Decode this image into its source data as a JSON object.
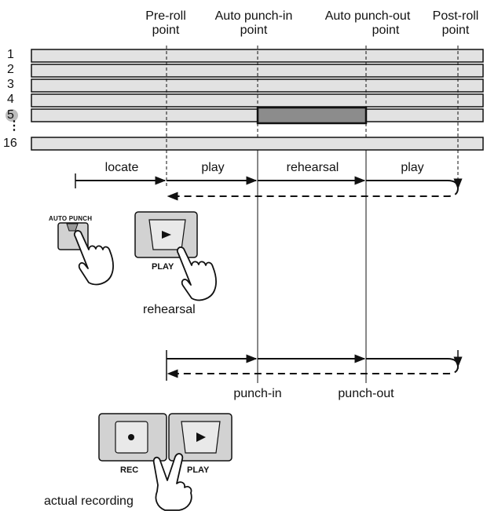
{
  "points": {
    "pre_roll": [
      "Pre-roll",
      "point"
    ],
    "punch_in": [
      "Auto punch-in",
      "point"
    ],
    "punch_out": [
      "Auto punch-out",
      "point"
    ],
    "post_roll": [
      "Post-roll",
      "point"
    ]
  },
  "tracks": {
    "labels": [
      "1",
      "2",
      "3",
      "4",
      "5",
      "16"
    ],
    "ellipsis": "⋮",
    "highlighted": "5"
  },
  "segments": {
    "locate": "locate",
    "play1": "play",
    "rehearsal": "rehearsal",
    "play2": "play"
  },
  "rehearsal_panel": {
    "auto_punch_label": "AUTO PUNCH",
    "play_label": "PLAY",
    "caption": "rehearsal"
  },
  "recording_panel": {
    "punch_in": "punch-in",
    "punch_out": "punch-out",
    "rec_label": "REC",
    "play_label": "PLAY",
    "caption": "actual recording"
  },
  "colors": {
    "track_fill": "#e2e2e2",
    "punch_region": "#8c8c8c",
    "button_face": "#d2d2d2",
    "track5_badge": "#bdbdbd"
  }
}
